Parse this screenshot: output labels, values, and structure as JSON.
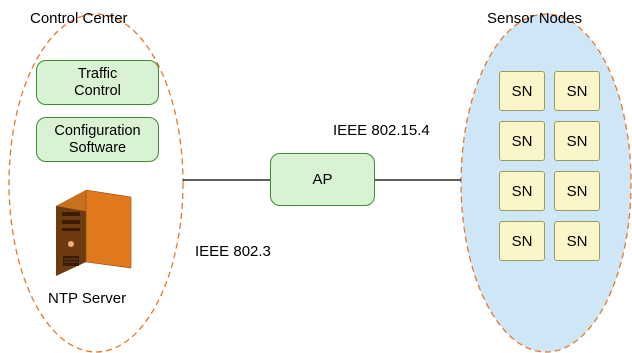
{
  "control_center": {
    "title": "Control Center",
    "boxes": [
      {
        "line1": "Traffic",
        "line2": "Control"
      },
      {
        "line1": "Configuration",
        "line2": "Software"
      }
    ],
    "server_label": "NTP Server"
  },
  "access_point": {
    "label": "AP"
  },
  "links": {
    "wired": "IEEE 802.3",
    "wireless": "IEEE 802.15.4"
  },
  "sensor_nodes": {
    "title": "Sensor Nodes",
    "nodes": [
      "SN",
      "SN",
      "SN",
      "SN",
      "SN",
      "SN",
      "SN",
      "SN"
    ]
  },
  "colors": {
    "ellipse_border": "#e07b2e",
    "sensor_fill": "#cfe6f6",
    "green_fill": "#d9f2d4",
    "green_border": "#3f8a34",
    "node_fill": "#fbf6c9",
    "server_orange": "#e0781e"
  },
  "icons": {
    "server": "server-tower-icon"
  }
}
